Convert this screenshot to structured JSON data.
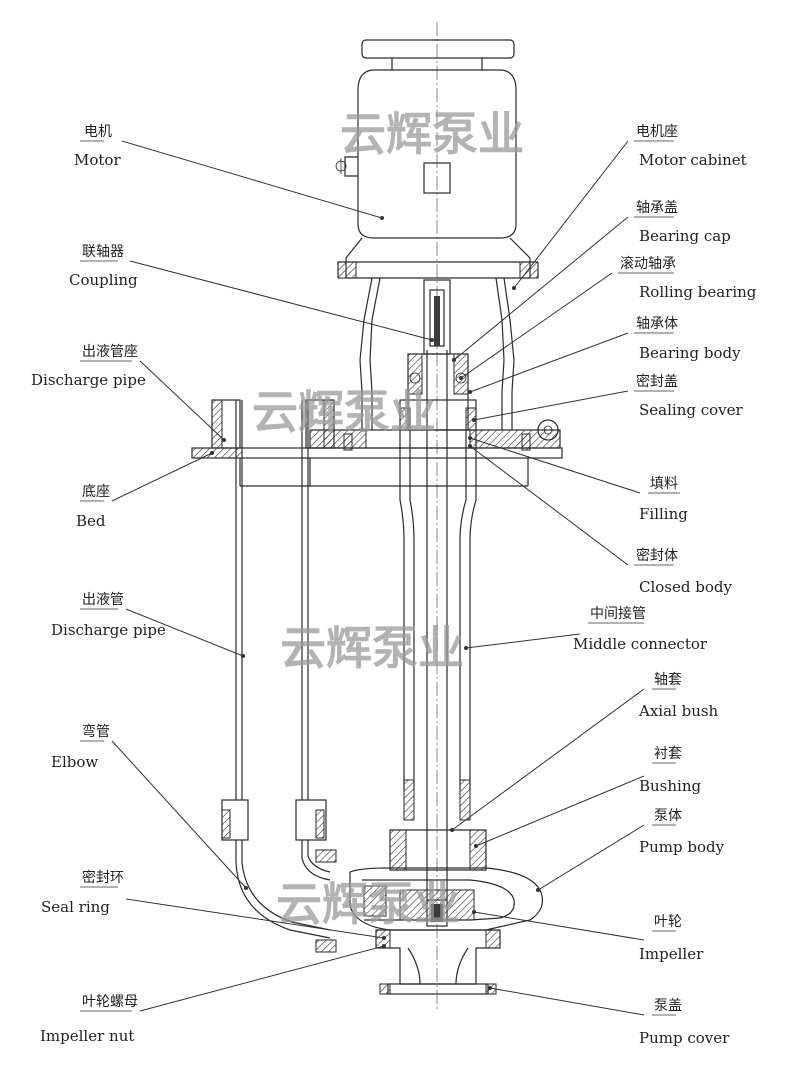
{
  "watermark": "云辉泵业",
  "labels": [
    {
      "id": "motor",
      "zh": "电机",
      "en": "Motor"
    },
    {
      "id": "coupling",
      "zh": "联轴器",
      "en": "Coupling"
    },
    {
      "id": "discharge-pipe-seat",
      "zh": "出液管座",
      "en": "Discharge pipe"
    },
    {
      "id": "bed",
      "zh": "底座",
      "en": "Bed"
    },
    {
      "id": "discharge-pipe",
      "zh": "出液管",
      "en": "Discharge pipe"
    },
    {
      "id": "elbow",
      "zh": "弯管",
      "en": "Elbow"
    },
    {
      "id": "seal-ring",
      "zh": "密封环",
      "en": "Seal ring"
    },
    {
      "id": "impeller-nut",
      "zh": "叶轮螺母",
      "en": "Impeller nut"
    },
    {
      "id": "motor-cabinet",
      "zh": "电机座",
      "en": "Motor cabinet"
    },
    {
      "id": "bearing-cap",
      "zh": "轴承盖",
      "en": "Bearing cap"
    },
    {
      "id": "rolling-bearing",
      "zh": "滚动轴承",
      "en": "Rolling bearing"
    },
    {
      "id": "bearing-body",
      "zh": "轴承体",
      "en": "Bearing body"
    },
    {
      "id": "sealing-cover",
      "zh": "密封盖",
      "en": "Sealing cover"
    },
    {
      "id": "filling",
      "zh": "填料",
      "en": "Filling"
    },
    {
      "id": "closed-body",
      "zh": "密封体",
      "en": "Closed body"
    },
    {
      "id": "middle-connector",
      "zh": "中间接管",
      "en": "Middle connector"
    },
    {
      "id": "axial-bush",
      "zh": "轴套",
      "en": "Axial bush"
    },
    {
      "id": "bushing",
      "zh": "衬套",
      "en": "Bushing"
    },
    {
      "id": "pump-body",
      "zh": "泵体",
      "en": "Pump body"
    },
    {
      "id": "impeller",
      "zh": "叶轮",
      "en": "Impeller"
    },
    {
      "id": "pump-cover",
      "zh": "泵盖",
      "en": "Pump cover"
    }
  ]
}
